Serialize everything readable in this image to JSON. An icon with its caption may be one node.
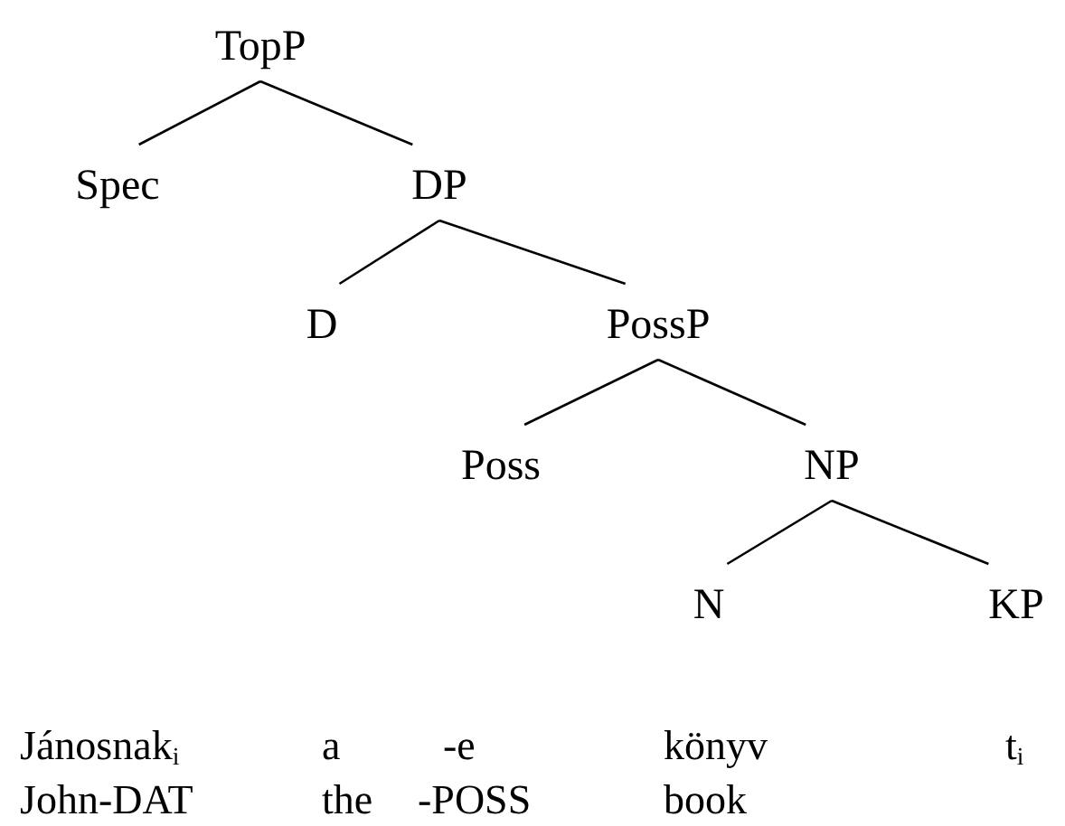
{
  "diagram": {
    "nodes": [
      {
        "text": [
          "TopP"
        ]
      },
      {
        "text": [
          "Spec"
        ]
      },
      {
        "text": [
          "DP"
        ]
      },
      {
        "text": [
          "D"
        ]
      },
      {
        "text": [
          "PossP"
        ]
      },
      {
        "text": [
          "Poss"
        ]
      },
      {
        "text": [
          "NP"
        ]
      },
      {
        "text": [
          "N"
        ]
      },
      {
        "text": [
          "KP"
        ]
      }
    ],
    "edges": [
      {
        "from": 0,
        "to": 1,
        "arrow": "none"
      },
      {
        "from": 0,
        "to": 2,
        "arrow": "none"
      },
      {
        "from": 2,
        "to": 3,
        "arrow": "none"
      },
      {
        "from": 2,
        "to": 4,
        "arrow": "none"
      },
      {
        "from": 4,
        "to": 5,
        "arrow": "none"
      },
      {
        "from": 4,
        "to": 6,
        "arrow": "none"
      },
      {
        "from": 6,
        "to": 7,
        "arrow": "none"
      },
      {
        "from": 6,
        "to": 8,
        "arrow": "none"
      }
    ],
    "labels": [
      "Jánosnak$_{i}$",
      "a",
      "-e",
      "könyv",
      "t$_{i}$",
      "John-DAT",
      "the",
      "-POSS",
      "book"
    ]
  }
}
